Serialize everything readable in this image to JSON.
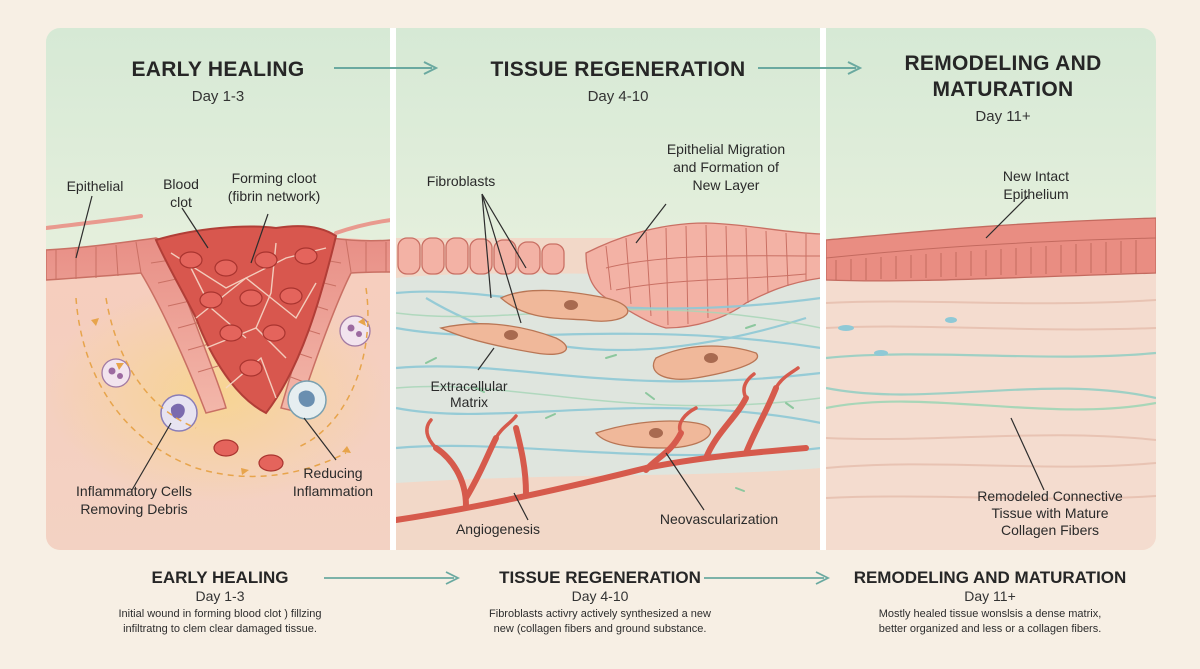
{
  "stages": [
    {
      "title": "EARLY HEALING",
      "day": "Day 1-3"
    },
    {
      "title_line1": "REMODELING AND",
      "title_line2": "MATURATION",
      "day": "Day 11+"
    },
    {
      "title": "TISSUE REGENERATION",
      "day": "Day 4-10"
    }
  ],
  "labels": {
    "epithelial": "Epithelial",
    "blood_clot_1": "Blood",
    "blood_clot_2": "clot",
    "forming_clot_1": "Forming cloot",
    "forming_clot_2": "(fibrin network)",
    "inflammatory_1": "Inflammatory Cells",
    "inflammatory_2": "Removing Debris",
    "reducing_1": "Reducing",
    "reducing_2": "Inflammation",
    "fibroblasts": "Fibroblasts",
    "epithelial_migration_1": "Epithelial Migration",
    "epithelial_migration_2": "and Formation of",
    "epithelial_migration_3": "New Layer",
    "ecm_1": "Extracellular",
    "ecm_2": "Matrix",
    "angiogenesis": "Angiogenesis",
    "neovascularization": "Neovascularization",
    "new_epithelium_1": "New Intact",
    "new_epithelium_2": "Epithelium",
    "remodeled_1": "Remodeled Connective",
    "remodeled_2": "Tissue with Mature",
    "remodeled_3": "Collagen Fibers"
  },
  "bottom": [
    {
      "title": "EARLY HEALING",
      "day": "Day 1-3",
      "desc_1": "Initial wound in forming blood clot ) fillzing",
      "desc_2": "infiltratng to clem clear damaged tissue."
    },
    {
      "title": "TISSUE REGENERATION",
      "day": "Day 4-10",
      "desc_1": "Fibroblasts activry actively synthesized a new",
      "desc_2": "new (collagen fibers and ground substance."
    },
    {
      "title": "REMODELING AND MATURATION",
      "day": "Day 11+",
      "desc_1": "Mostly healed tissue wonslsis a dense matrix,",
      "desc_2": "better organized and less or a collagen fibers."
    }
  ],
  "colors": {
    "background": "#f7efe4",
    "panel_top": "#dbebd9",
    "tissue": "#f5c9bb",
    "clot": "#d8574e",
    "arrow": "#6aa9a0",
    "fiber": "#8fc9d6"
  }
}
